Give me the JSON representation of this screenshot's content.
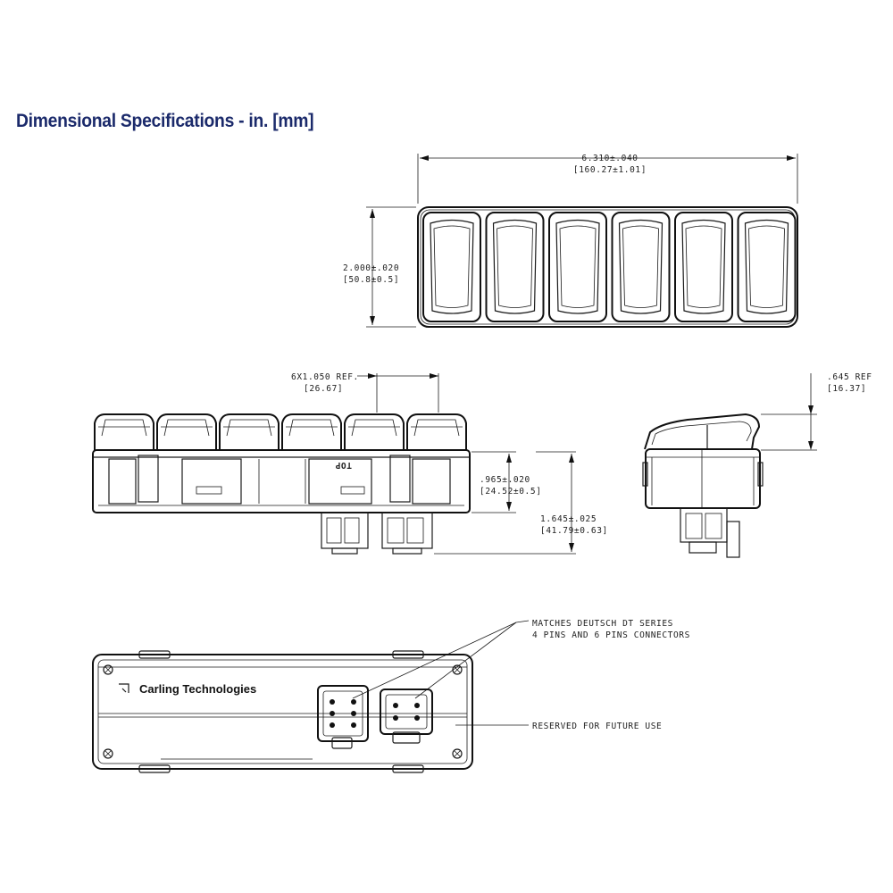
{
  "title": "Dimensional Specifications - in. [mm]",
  "dimensions": {
    "overall_width": {
      "in": "6.310±.040",
      "mm": "[160.27±1.01]"
    },
    "height": {
      "in": "2.000±.020",
      "mm": "[50.8±0.5]"
    },
    "pitch": {
      "in": "6X1.050  REF.",
      "mm": "[26.67]"
    },
    "side_ref": {
      "in": ".645  REF",
      "mm": "[16.37]"
    },
    "depth_body": {
      "in": ".965±.020",
      "mm": "[24.52±0.5]"
    },
    "depth_total": {
      "in": "1.645±.025",
      "mm": "[41.79±0.63]"
    }
  },
  "notes": {
    "connectors_line1": "MATCHES DEUTSCH DT SERIES",
    "connectors_line2": "4 PINS AND 6 PINS CONNECTORS",
    "reserved": "RESERVED  FOR FUTURE USE"
  },
  "labels": {
    "top_mark": "TOP",
    "brand": "Carling Technologies"
  }
}
